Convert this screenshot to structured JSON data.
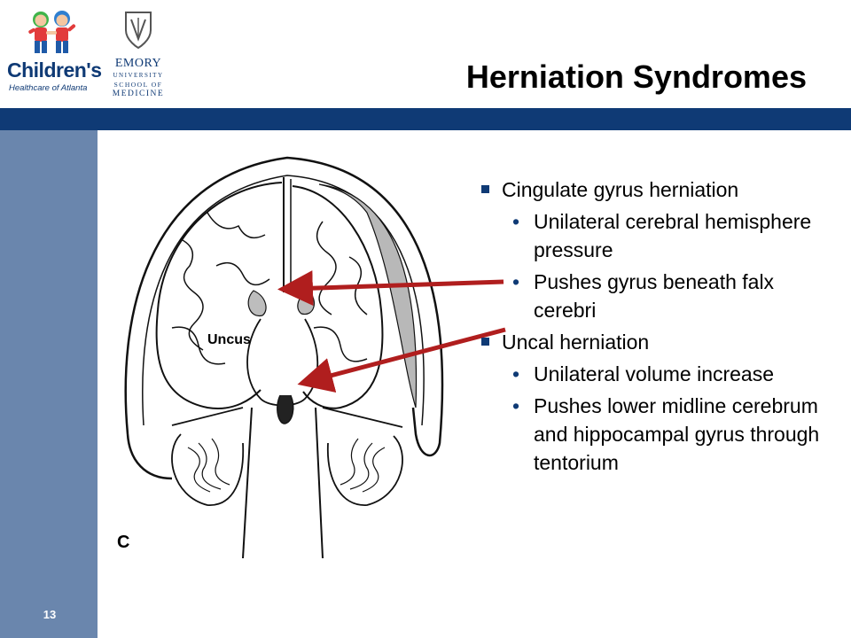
{
  "slide": {
    "title": "Herniation Syndromes",
    "page_number": "13"
  },
  "logos": {
    "childrens": {
      "wordmark": "Children's",
      "subtitle": "Healthcare of Atlanta"
    },
    "emory": {
      "line1": "EMORY",
      "line2": "UNIVERSITY",
      "line3": "SCHOOL OF",
      "line4": "MEDICINE"
    }
  },
  "figure": {
    "label_uncus": "Uncus",
    "label_panel": "C",
    "arrow_color": "#b01e1e"
  },
  "bullets": [
    {
      "text": "Cingulate gyrus herniation",
      "sub": [
        "Unilateral cerebral hemisphere pressure",
        "Pushes gyrus beneath falx cerebri"
      ]
    },
    {
      "text": "Uncal herniation",
      "sub": [
        "Unilateral volume increase",
        "Pushes lower midline cerebrum and hippocampal gyrus through tentorium"
      ]
    }
  ],
  "colors": {
    "navy": "#0f3a75",
    "side_band": "#6a86ad"
  }
}
